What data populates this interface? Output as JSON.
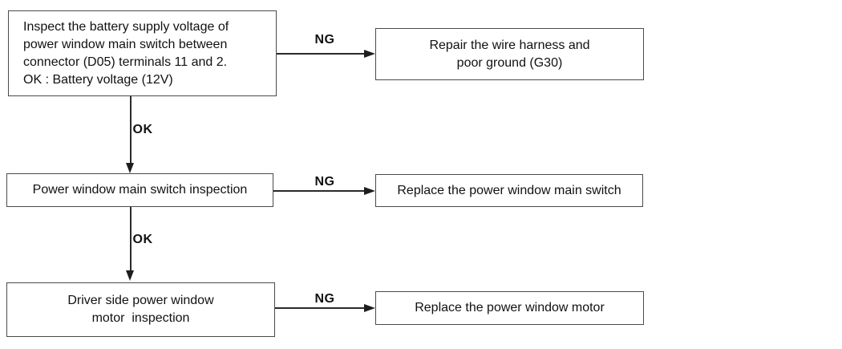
{
  "diagram": {
    "type": "flowchart",
    "background_color": "#ffffff",
    "box_border_color": "#4a4a4a",
    "line_color": "#2a2a2a",
    "text_color": "#111111",
    "nodes": [
      {
        "id": "inspect-battery-voltage",
        "align": "left",
        "lines": [
          "Inspect the battery supply voltage of",
          "power window main switch between",
          "connector (D05) terminals 11 and 2.",
          "OK : Battery voltage (12V)"
        ]
      },
      {
        "id": "repair-wire-harness",
        "align": "center",
        "lines": [
          "Repair the wire harness and",
          "poor ground (G30)"
        ]
      },
      {
        "id": "power-window-main-switch-inspection",
        "align": "center",
        "lines": [
          "Power window main switch inspection"
        ]
      },
      {
        "id": "replace-power-window-main-switch",
        "align": "center",
        "lines": [
          "Replace the power window main switch"
        ]
      },
      {
        "id": "driver-side-power-window-motor-inspection",
        "align": "center",
        "lines": [
          "Driver side power window",
          "motor  inspection"
        ]
      },
      {
        "id": "replace-power-window-motor",
        "align": "center",
        "lines": [
          "Replace the power window motor"
        ]
      }
    ],
    "connectors": [
      {
        "from": "inspect-battery-voltage",
        "to": "repair-wire-harness",
        "label": "NG",
        "direction": "right"
      },
      {
        "from": "inspect-battery-voltage",
        "to": "power-window-main-switch-inspection",
        "label": "OK",
        "direction": "down"
      },
      {
        "from": "power-window-main-switch-inspection",
        "to": "replace-power-window-main-switch",
        "label": "NG",
        "direction": "right"
      },
      {
        "from": "power-window-main-switch-inspection",
        "to": "driver-side-power-window-motor-inspection",
        "label": "OK",
        "direction": "down"
      },
      {
        "from": "driver-side-power-window-motor-inspection",
        "to": "replace-power-window-motor",
        "label": "NG",
        "direction": "right"
      }
    ]
  }
}
